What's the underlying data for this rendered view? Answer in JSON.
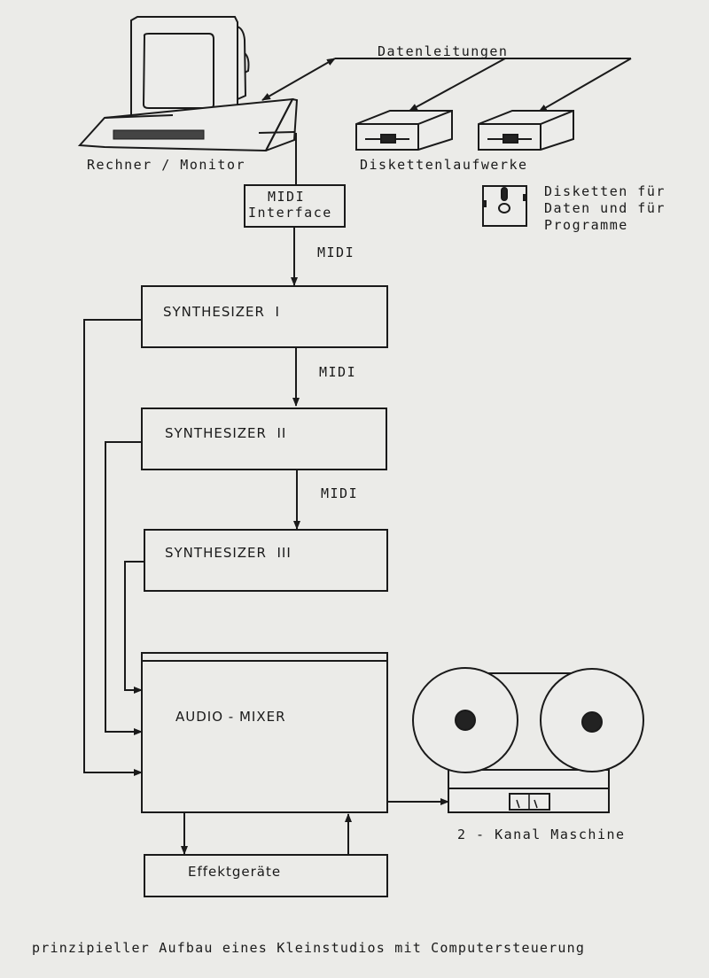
{
  "diagram": {
    "caption": "prinzipieller Aufbau eines Kleinstudios mit Computersteuerung",
    "data_lines_label": "Datenleitungen",
    "computer_label": "Rechner / Monitor",
    "drives_label": "Diskettenlaufwerke",
    "diskette_label_lines": [
      "Disketten für",
      "Daten und für",
      "Programme"
    ],
    "midi_interface_lines": [
      "MIDI",
      "Interface"
    ],
    "midi_link_label": "MIDI",
    "synthesizers": [
      "SYNTHESIZER  I",
      "SYNTHESIZER  II",
      "SYNTHESIZER  III"
    ],
    "mixer_label": "AUDIO - MIXER",
    "effects_label": "Effektgeräte",
    "tape_label": "2 - Kanal Maschine",
    "colors": {
      "paper": "#ebebe8",
      "ink": "#1a1a1a"
    }
  }
}
